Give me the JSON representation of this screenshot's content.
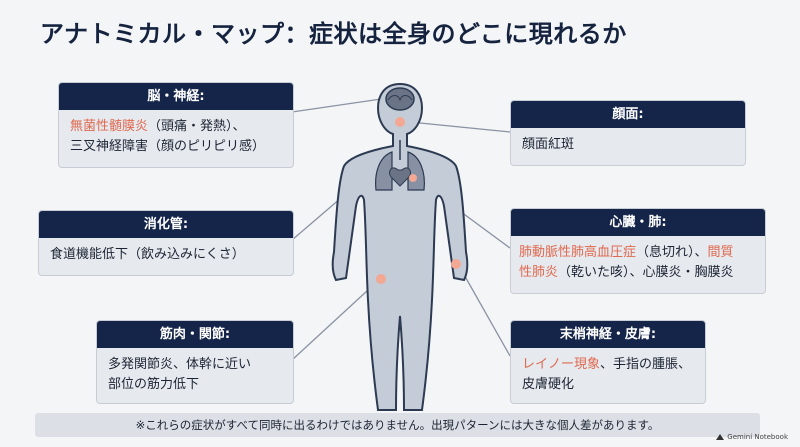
{
  "title": "アナトミカル・マップ：症状は全身のどこに現れるか",
  "cards": {
    "brain": {
      "header": "脳・神経:",
      "line1_hl": "無菌性髄膜炎",
      "line1_rest": "（頭痛・発熱）、",
      "line2": "三叉神経障害（顔のピリピリ感）"
    },
    "face": {
      "header": "顔面:",
      "line1": "顔面紅斑"
    },
    "digestive": {
      "header": "消化管:",
      "line1": "食道機能低下（飲み込みにくさ）"
    },
    "heart": {
      "header": "心臓・肺:",
      "line1_hl": "肺動脈性肺高血圧症",
      "line1_rest": "（息切れ）、",
      "line1_hl2": "間質",
      "line2_hl": "性肺炎",
      "line2_rest": "（乾いた咳）、心膜炎・胸膜炎"
    },
    "muscle": {
      "header": "筋肉・関節:",
      "line1": "多発関節炎、体幹に近い",
      "line2": "部位の筋力低下"
    },
    "peripheral": {
      "header": "末梢神経・皮膚:",
      "line1_hl": "レイノー現象",
      "line1_rest": "、手指の腫脹、",
      "line2": "皮膚硬化"
    }
  },
  "footnote": "※これらの症状がすべて同時に出るわけではありません。出現パターンには大きな個人差があります。",
  "brand": "Gemini Notebook",
  "colors": {
    "header_bg": "#15254a",
    "highlight": "#e0694f",
    "body_fill": "#c4ccd8",
    "body_stroke": "#2c3a52"
  }
}
